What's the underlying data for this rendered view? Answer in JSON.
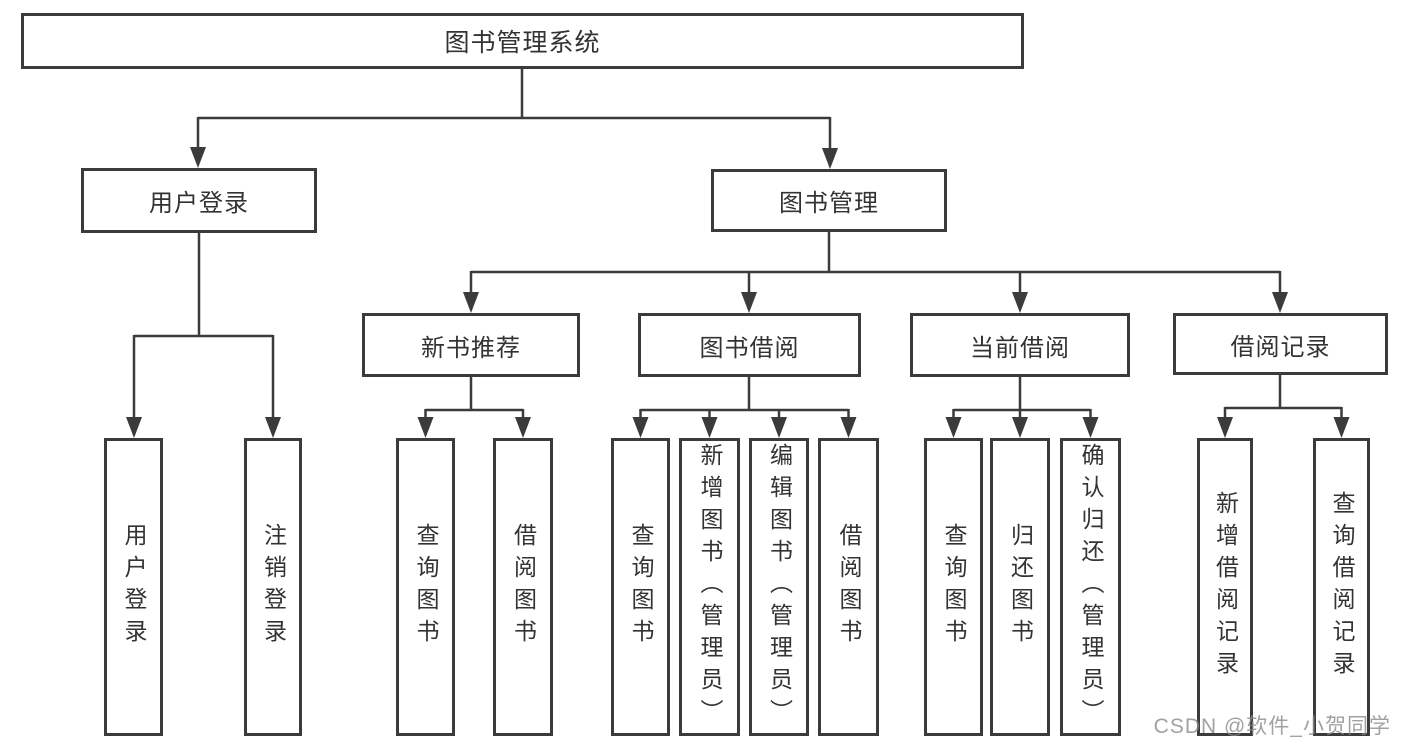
{
  "title": "图书管理系统",
  "colors": {
    "line": "#3b3b3b",
    "border": "#3b3b3b",
    "text": "#333333",
    "box_background": "#ffffff",
    "watermark": "#8a8a8a"
  },
  "tree": {
    "root": {
      "label": "图书管理系统"
    },
    "branches": [
      {
        "label": "用户登录",
        "children": [
          {
            "label": "用户登录"
          },
          {
            "label": "注销登录"
          }
        ]
      },
      {
        "label": "图书管理",
        "children": [
          {
            "label": "新书推荐",
            "children": [
              {
                "label": "查询图书"
              },
              {
                "label": "借阅图书"
              }
            ]
          },
          {
            "label": "图书借阅",
            "children": [
              {
                "label": "查询图书"
              },
              {
                "label": "新增图书（管理员）"
              },
              {
                "label": "编辑图书（管理员）"
              },
              {
                "label": "借阅图书"
              }
            ]
          },
          {
            "label": "当前借阅",
            "children": [
              {
                "label": "查询图书"
              },
              {
                "label": "归还图书"
              },
              {
                "label": "确认归还（管理员）"
              }
            ]
          },
          {
            "label": "借阅记录",
            "children": [
              {
                "label": "新增借阅记录"
              },
              {
                "label": "查询借阅记录"
              }
            ]
          }
        ]
      }
    ]
  },
  "watermark": {
    "text": "CSDN @软件_小贺同学"
  }
}
